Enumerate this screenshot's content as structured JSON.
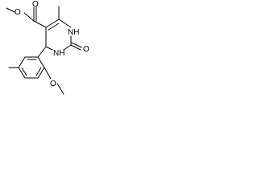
{
  "molecule": {
    "atoms": {
      "o_ester_top": "O",
      "o_ester_single": "O",
      "n_upper": "NH",
      "n_lower": "NH",
      "o_carbonyl": "O",
      "o_methoxy": "O"
    }
  }
}
